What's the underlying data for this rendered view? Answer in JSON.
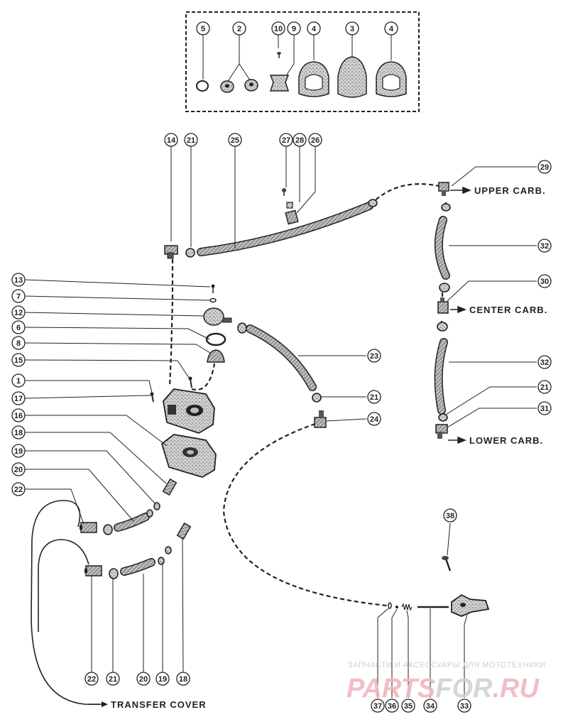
{
  "callouts": [
    {
      "n": "5"
    },
    {
      "n": "2"
    },
    {
      "n": "10"
    },
    {
      "n": "9"
    },
    {
      "n": "4"
    },
    {
      "n": "3"
    },
    {
      "n": "4"
    },
    {
      "n": "14"
    },
    {
      "n": "21"
    },
    {
      "n": "25"
    },
    {
      "n": "27"
    },
    {
      "n": "28"
    },
    {
      "n": "26"
    },
    {
      "n": "29"
    },
    {
      "n": "32"
    },
    {
      "n": "30"
    },
    {
      "n": "32"
    },
    {
      "n": "21"
    },
    {
      "n": "31"
    },
    {
      "n": "13"
    },
    {
      "n": "7"
    },
    {
      "n": "12"
    },
    {
      "n": "6"
    },
    {
      "n": "8"
    },
    {
      "n": "15"
    },
    {
      "n": "1"
    },
    {
      "n": "17"
    },
    {
      "n": "16"
    },
    {
      "n": "18"
    },
    {
      "n": "19"
    },
    {
      "n": "20"
    },
    {
      "n": "22"
    },
    {
      "n": "23"
    },
    {
      "n": "21"
    },
    {
      "n": "24"
    },
    {
      "n": "38"
    },
    {
      "n": "22"
    },
    {
      "n": "21"
    },
    {
      "n": "20"
    },
    {
      "n": "19"
    },
    {
      "n": "18"
    },
    {
      "n": "37"
    },
    {
      "n": "36"
    },
    {
      "n": "35"
    },
    {
      "n": "34"
    },
    {
      "n": "33"
    }
  ],
  "labels": {
    "upper": "UPPER CARB.",
    "center": "CENTER CARB.",
    "lower": "LOWER CARB.",
    "transfer": "TRANSFER COVER"
  },
  "watermark": {
    "line1": "ЗАПЧАСТИ И АКСЕССУАРЫ ДЛЯ МОТОТЕХНИКИ",
    "brand_a": "PARTS",
    "brand_b": "FOR",
    "brand_c": ".RU"
  },
  "colors": {
    "ink": "#222222",
    "watermark_red": "#f0b8bf",
    "watermark_grey": "#d2d2d2"
  }
}
